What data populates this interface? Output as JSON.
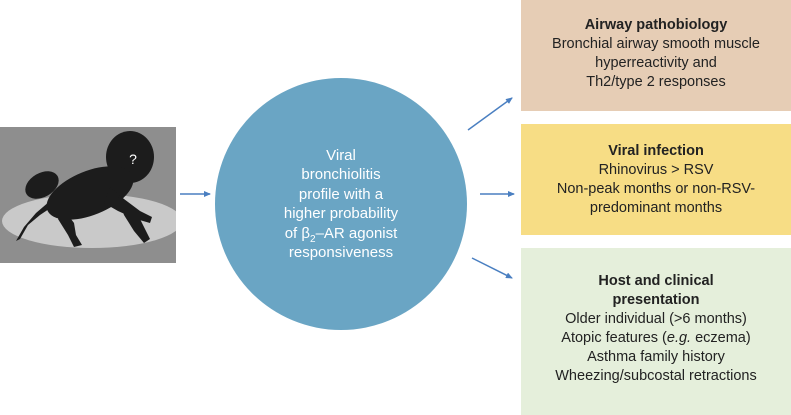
{
  "infant": {
    "question_mark": "?"
  },
  "center": {
    "line1": "Viral",
    "line2": "bronchiolitis",
    "line3": "profile with a",
    "line4": "higher probability",
    "line5_pre": "of β",
    "line5_sub": "2",
    "line5_post": "–AR agonist",
    "line6": "responsiveness"
  },
  "boxes": {
    "airway": {
      "title": "Airway pathobiology",
      "lines": [
        "Bronchial airway smooth muscle",
        "hyperreactivity and",
        "Th2/type 2 responses"
      ]
    },
    "viral": {
      "title": "Viral infection",
      "lines": [
        "Rhinovirus > RSV",
        "Non-peak months or non-RSV-",
        "predominant months"
      ]
    },
    "host": {
      "title_line1": "Host and clinical",
      "title_line2": "presentation",
      "line1": "Older individual (>6 months)",
      "line2_pre": "Atopic features (",
      "line2_em": "e.g.",
      "line2_post": " eczema)",
      "line3": "Asthma family history",
      "line4": "Wheezing/subcostal retractions"
    }
  },
  "colors": {
    "circle": "#6aa5c4",
    "arrow": "#4a7fc1",
    "airway_box": "#e6cdb5",
    "viral_box": "#f7dd85",
    "host_box": "#e5efdb",
    "infant_panel": "#8e8e8e"
  }
}
